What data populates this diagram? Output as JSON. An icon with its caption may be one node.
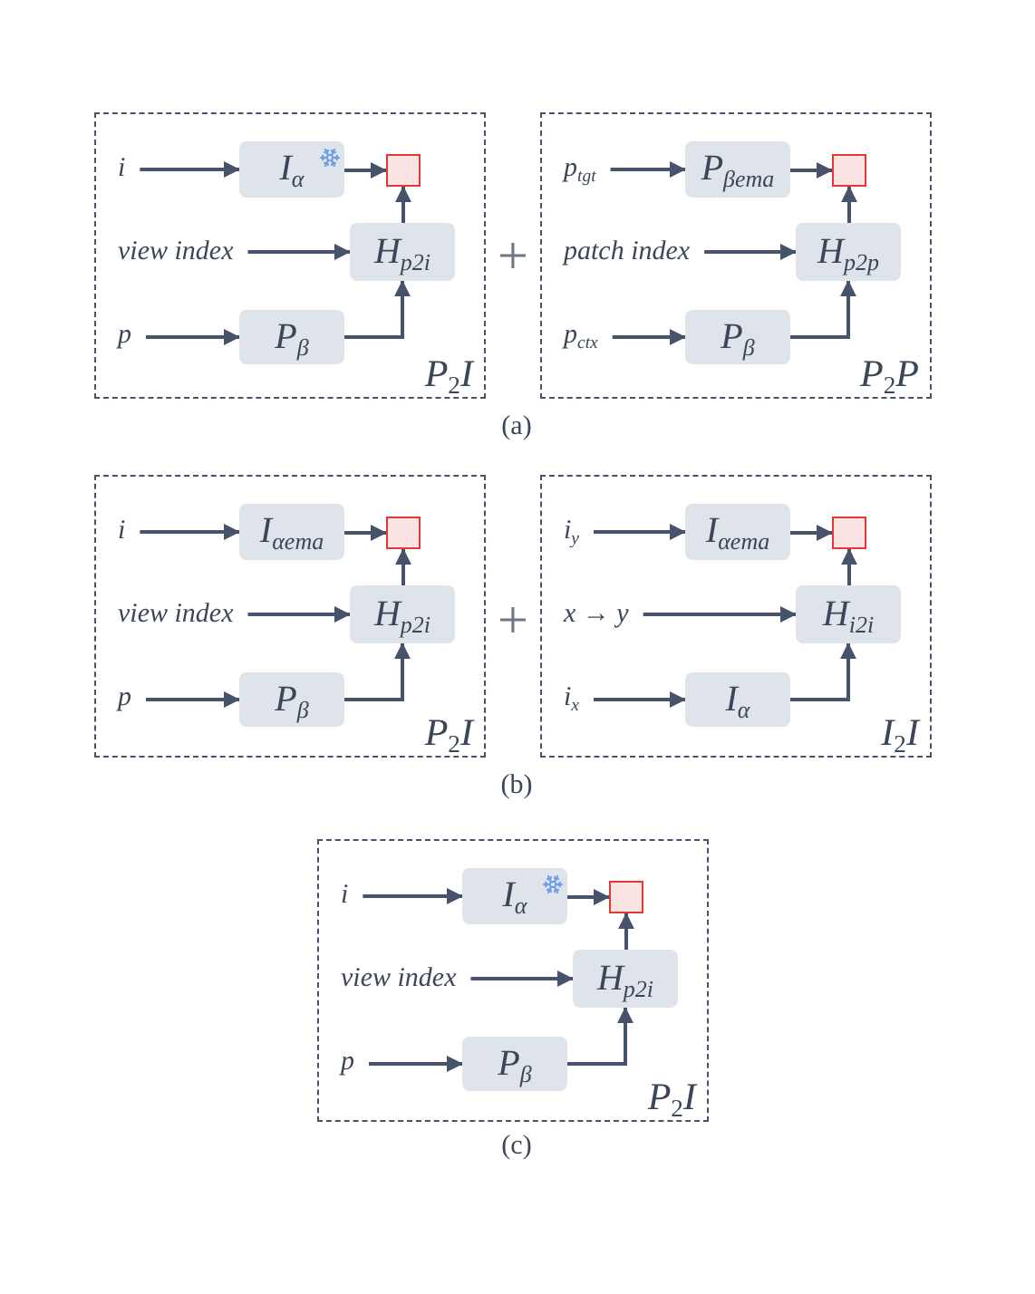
{
  "diagram": {
    "nodes": [
      {
        "text": [
          "P$_{2}$I"
        ]
      },
      {
        "text": [
          "i"
        ],
        "in": 0
      },
      {
        "text": [
          "I$_{α}$"
        ],
        "in": 0
      },
      {
        "text": [],
        "shape": "box",
        "in": 0
      },
      {
        "text": [
          "view index"
        ],
        "in": 0
      },
      {
        "text": [
          "H$_{p2i}$"
        ],
        "in": 0
      },
      {
        "text": [
          "p"
        ],
        "in": 0
      },
      {
        "text": [
          "P$_{β}$"
        ],
        "in": 0
      },
      {
        "text": [
          "P$_{2}$P"
        ]
      },
      {
        "text": [
          "p$_{tgt}$"
        ],
        "in": 8
      },
      {
        "text": [
          "P$_{βema}$"
        ],
        "in": 8
      },
      {
        "text": [],
        "shape": "box",
        "in": 8
      },
      {
        "text": [
          "patch index"
        ],
        "in": 8
      },
      {
        "text": [
          "H$_{p2p}$"
        ],
        "in": 8
      },
      {
        "text": [
          "p$_{ctx}$"
        ],
        "in": 8
      },
      {
        "text": [
          "P$_{β}$"
        ],
        "in": 8
      },
      {
        "text": [
          "P$_{2}$I"
        ]
      },
      {
        "text": [
          "i"
        ],
        "in": 16
      },
      {
        "text": [
          "I$_{αema}$"
        ],
        "in": 16
      },
      {
        "text": [],
        "shape": "box",
        "in": 16
      },
      {
        "text": [
          "view index"
        ],
        "in": 16
      },
      {
        "text": [
          "H$_{p2i}$"
        ],
        "in": 16
      },
      {
        "text": [
          "p"
        ],
        "in": 16
      },
      {
        "text": [
          "P$_{β}$"
        ],
        "in": 16
      },
      {
        "text": [
          "I$_{2}$I"
        ]
      },
      {
        "text": [
          "i$_{y}$"
        ],
        "in": 24
      },
      {
        "text": [
          "I$_{αema}$"
        ],
        "in": 24
      },
      {
        "text": [],
        "shape": "box",
        "in": 24
      },
      {
        "text": [
          "x → y"
        ],
        "in": 24
      },
      {
        "text": [
          "H$_{i2i}$"
        ],
        "in": 24
      },
      {
        "text": [
          "i$_{x}$"
        ],
        "in": 24
      },
      {
        "text": [
          "I$_{α}$"
        ],
        "in": 24
      },
      {
        "text": [
          "P$_{2}$I"
        ]
      },
      {
        "text": [
          "i"
        ],
        "in": 32
      },
      {
        "text": [
          "I$_{α}$"
        ],
        "in": 32
      },
      {
        "text": [],
        "shape": "box",
        "in": 32
      },
      {
        "text": [
          "view index"
        ],
        "in": 32
      },
      {
        "text": [
          "H$_{p2i}$"
        ],
        "in": 32
      },
      {
        "text": [
          "p"
        ],
        "in": 32
      },
      {
        "text": [
          "P$_{β}$"
        ],
        "in": 32
      }
    ],
    "edges": [
      {
        "from": 1,
        "to": 2,
        "arrow": "to"
      },
      {
        "from": 2,
        "to": 3,
        "arrow": "to"
      },
      {
        "from": 4,
        "to": 5,
        "arrow": "to"
      },
      {
        "from": 6,
        "to": 7,
        "arrow": "to"
      },
      {
        "from": 7,
        "to": 5,
        "arrow": "to"
      },
      {
        "from": 5,
        "to": 3,
        "arrow": "to"
      },
      {
        "from": 9,
        "to": 10,
        "arrow": "to"
      },
      {
        "from": 10,
        "to": 11,
        "arrow": "to"
      },
      {
        "from": 12,
        "to": 13,
        "arrow": "to"
      },
      {
        "from": 14,
        "to": 15,
        "arrow": "to"
      },
      {
        "from": 15,
        "to": 13,
        "arrow": "to"
      },
      {
        "from": 13,
        "to": 11,
        "arrow": "to"
      },
      {
        "from": 17,
        "to": 18,
        "arrow": "to"
      },
      {
        "from": 18,
        "to": 19,
        "arrow": "to"
      },
      {
        "from": 20,
        "to": 21,
        "arrow": "to"
      },
      {
        "from": 22,
        "to": 23,
        "arrow": "to"
      },
      {
        "from": 23,
        "to": 21,
        "arrow": "to"
      },
      {
        "from": 21,
        "to": 19,
        "arrow": "to"
      },
      {
        "from": 25,
        "to": 26,
        "arrow": "to"
      },
      {
        "from": 26,
        "to": 27,
        "arrow": "to"
      },
      {
        "from": 28,
        "to": 29,
        "arrow": "to"
      },
      {
        "from": 30,
        "to": 31,
        "arrow": "to"
      },
      {
        "from": 31,
        "to": 29,
        "arrow": "to"
      },
      {
        "from": 29,
        "to": 27,
        "arrow": "to"
      },
      {
        "from": 33,
        "to": 34,
        "arrow": "to"
      },
      {
        "from": 34,
        "to": 35,
        "arrow": "to"
      },
      {
        "from": 36,
        "to": 37,
        "arrow": "to"
      },
      {
        "from": 38,
        "to": 39,
        "arrow": "to"
      },
      {
        "from": 39,
        "to": 37,
        "arrow": "to"
      },
      {
        "from": 37,
        "to": 35,
        "arrow": "to"
      }
    ],
    "labels": [
      "+",
      "(a)",
      "+",
      "(b)",
      "(c)"
    ]
  }
}
